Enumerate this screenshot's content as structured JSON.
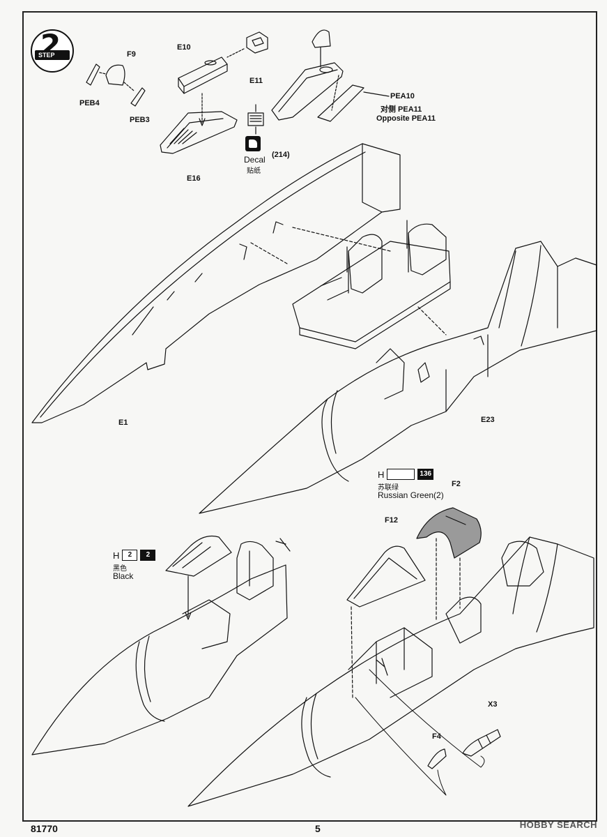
{
  "step": {
    "number": "2",
    "label": "STEP"
  },
  "parts": {
    "f9": "F9",
    "peb4": "PEB4",
    "peb3": "PEB3",
    "e10": "E10",
    "e11": "E11",
    "e16": "E16",
    "pea10": "PEA10",
    "pea11_cn": "对侧 PEA11",
    "pea11_en": "Opposite PEA11",
    "e1": "E1",
    "e23": "E23",
    "f2": "F2",
    "f12": "F12",
    "f4": "F4",
    "x3": "X3"
  },
  "decal": {
    "label_en": "Decal",
    "label_cn": "贴纸",
    "number": "(214)"
  },
  "paint_green": {
    "letter": "H",
    "code": "136",
    "name_cn": "苏联绿",
    "name_en": "Russian Green(2)"
  },
  "paint_black": {
    "letter": "H",
    "code_a": "2",
    "code_b": "2",
    "name_cn": "黑色",
    "name_en": "Black"
  },
  "footer": {
    "kit_number": "81770",
    "page_number": "5"
  },
  "watermark": "HOBBY SEARCH",
  "colors": {
    "ink": "#111111",
    "paper": "#f7f7f5",
    "green_fill": "#9a9a9a"
  }
}
